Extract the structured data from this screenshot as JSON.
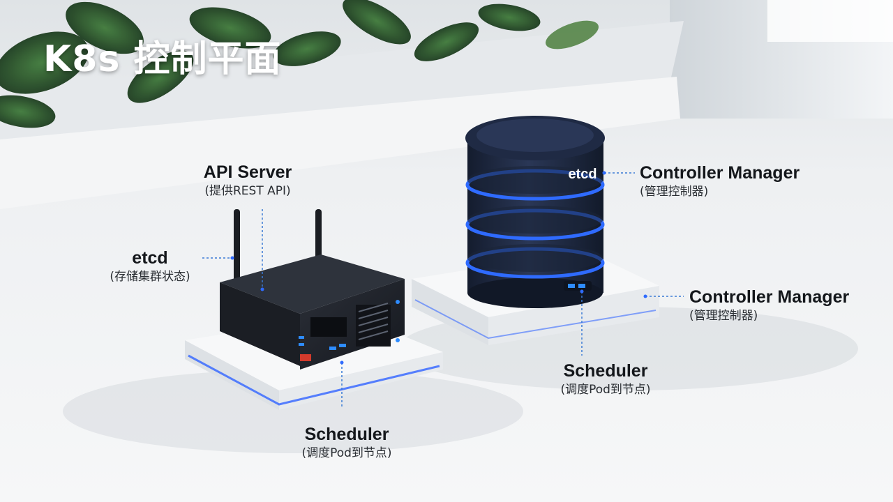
{
  "title": "K8s 控制平面",
  "device_labels": {
    "cylinder_logo": "etcd"
  },
  "colors": {
    "accent_glow": "#2f6bff",
    "device_body": "#1f2a44",
    "leader_line": "#3a7bd5"
  },
  "callouts": {
    "api_server": {
      "main": "API Server",
      "sub": "(提供REST API)"
    },
    "etcd": {
      "main": "etcd",
      "sub": "(存储集群状态)"
    },
    "scheduler_left": {
      "main": "Scheduler",
      "sub": "(调度Pod到节点)"
    },
    "controller_top": {
      "main": "Controller Manager",
      "sub": "(管理控制器)"
    },
    "controller_right": {
      "main": "Controller Manager",
      "sub": "(管理控制器)"
    },
    "scheduler_right": {
      "main": "Scheduler",
      "sub": "(调度Pod到节点)"
    }
  }
}
